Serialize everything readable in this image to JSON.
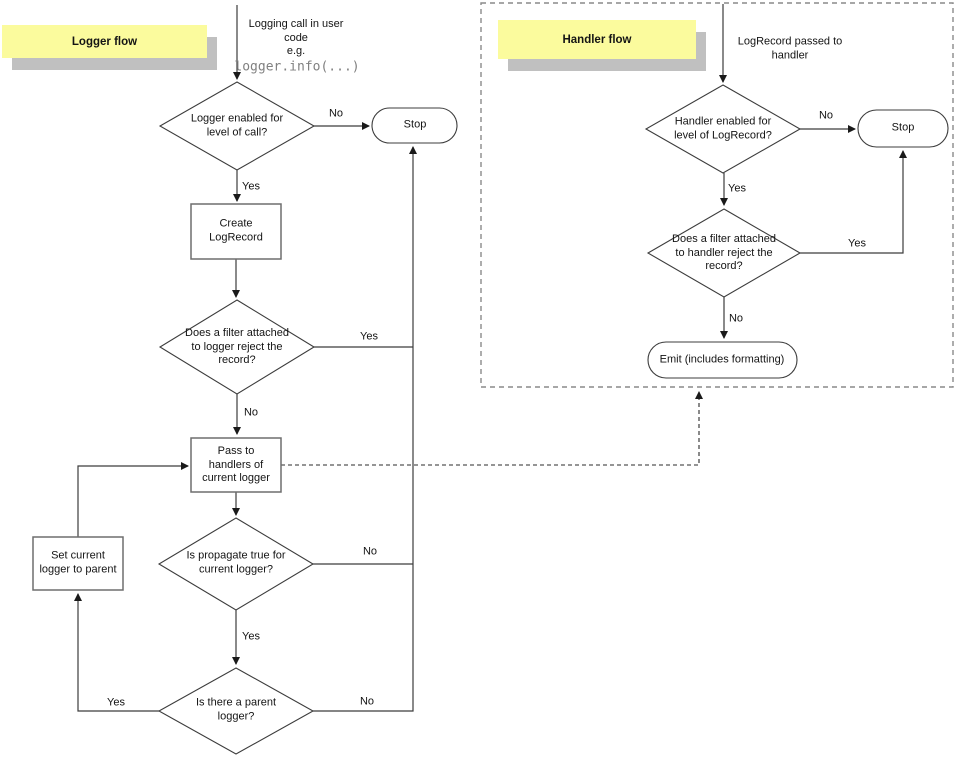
{
  "colors": {
    "note_bg": "#fbfb9d",
    "note_shadow": "#c0c0c0",
    "line": "#3c3c3c",
    "text": "#141414",
    "mono_text": "#808080"
  },
  "logger_flow": {
    "title": "Logger flow",
    "entry_text": "Logging call in user\ncode\ne.g.",
    "entry_code": "logger.info(...)",
    "d_enabled": "Logger enabled for\nlevel of call?",
    "d_enabled_no": "No",
    "d_enabled_yes": "Yes",
    "stop": "Stop",
    "create_logrecord": "Create\nLogRecord",
    "d_filter": "Does a filter attached\nto logger reject the\nrecord?",
    "d_filter_yes": "Yes",
    "d_filter_no": "No",
    "pass_handlers": "Pass to\nhandlers of\ncurrent logger",
    "d_propagate": "Is propagate true for\ncurrent logger?",
    "d_propagate_no": "No",
    "d_propagate_yes": "Yes",
    "d_parent": "Is there a parent\nlogger?",
    "d_parent_yes": "Yes",
    "d_parent_no": "No",
    "set_current": "Set current\nlogger to parent"
  },
  "handler_flow": {
    "title": "Handler flow",
    "entry_text": "LogRecord passed to\nhandler",
    "d_enabled": "Handler enabled for\nlevel of LogRecord?",
    "d_enabled_no": "No",
    "d_enabled_yes": "Yes",
    "stop": "Stop",
    "d_filter": "Does a filter attached\nto handler reject the\nrecord?",
    "d_filter_yes": "Yes",
    "d_filter_no": "No",
    "emit": "Emit (includes formatting)"
  }
}
